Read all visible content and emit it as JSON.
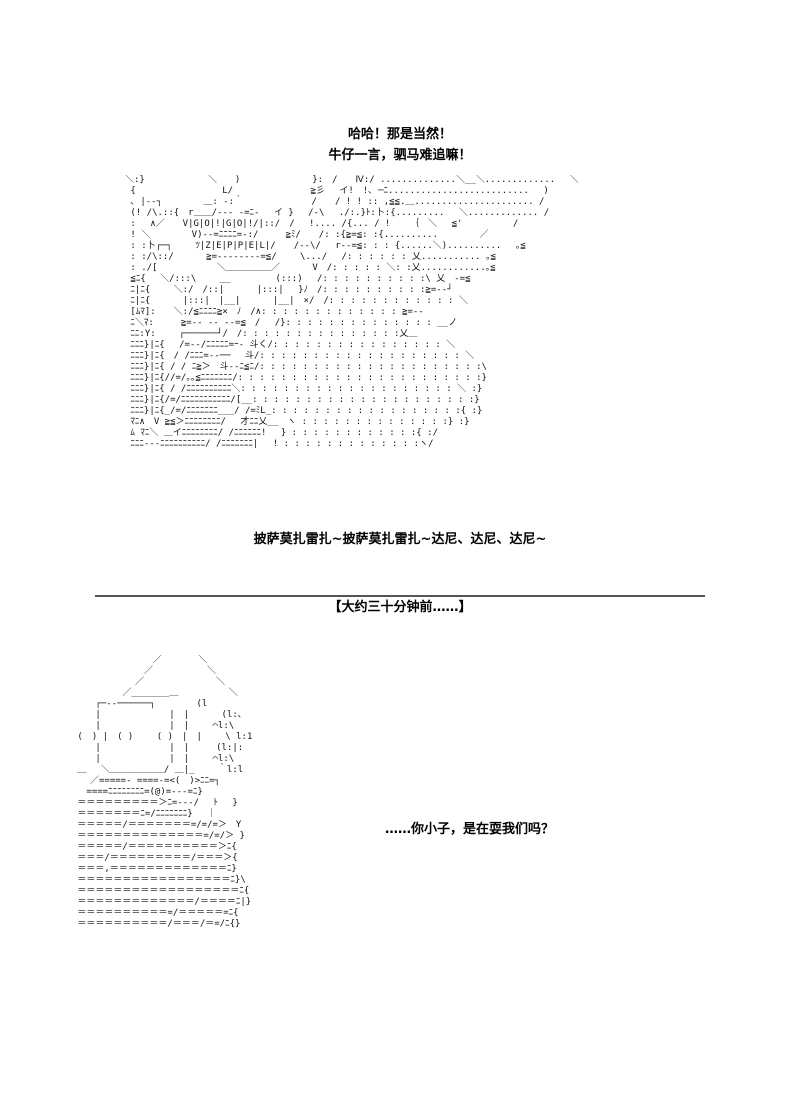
{
  "panel1": {
    "line1": "哈哈！那是当然！",
    "line2": "牛仔一言，驷马难追嘛！",
    "caption": "披萨莫扎雷扎~披萨莫扎雷扎~达尼、达尼、达尼~"
  },
  "panel2": {
    "title": "【大约三十分钟前……】",
    "line": "……你小子，是在耍我们吗？"
  }
}
